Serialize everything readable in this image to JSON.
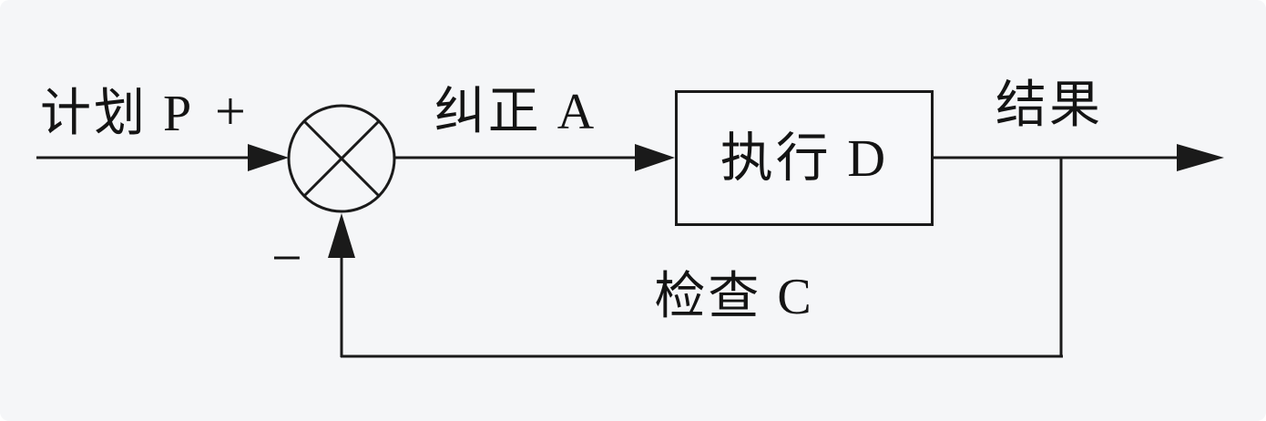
{
  "diagram": {
    "type": "feedback-control-loop",
    "labels": {
      "plan": "计划 P",
      "plus_sign": "+",
      "correction": "纠正 A",
      "process": "执行 D",
      "result": "结果",
      "check": "检查 C",
      "minus_sign": "−"
    },
    "colors": {
      "background": "#f5f6f8",
      "line": "#1a1a1a",
      "text": "#141414"
    }
  }
}
